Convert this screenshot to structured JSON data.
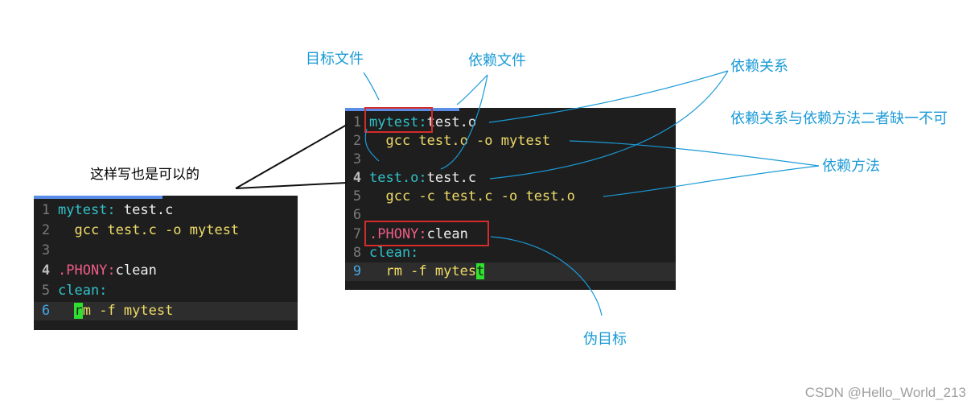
{
  "annotations": {
    "target_file": "目标文件",
    "dependency_file": "依赖文件",
    "dependency_relation": "依赖关系",
    "rule_note": "依赖关系与依赖方法二者缺一不可",
    "dependency_method": "依赖方法",
    "pseudo_target": "伪目标",
    "alt_note": "这样写也是可以的"
  },
  "watermark": "CSDN @Hello_World_213",
  "colors": {
    "annotation": "#1a9ad6",
    "highlight_box": "#d42b2b",
    "editor_bg": "#1e1e1e",
    "cursor": "#2ee12e"
  },
  "right_editor": {
    "lines": [
      {
        "n": "1",
        "parts": [
          "mytest:",
          "test.o"
        ]
      },
      {
        "n": "2",
        "parts": [
          "  gcc test.o -o mytest"
        ]
      },
      {
        "n": "3",
        "parts": [
          ""
        ]
      },
      {
        "n": "4",
        "parts": [
          "test.o:",
          "test.c"
        ]
      },
      {
        "n": "5",
        "parts": [
          "  gcc -c test.c -o test.o"
        ]
      },
      {
        "n": "6",
        "parts": [
          ""
        ]
      },
      {
        "n": "7",
        "parts": [
          ".PHONY:",
          "clean"
        ]
      },
      {
        "n": "8",
        "parts": [
          "clean:"
        ]
      },
      {
        "n": "9",
        "parts": [
          "  rm -f myte",
          "s",
          "t"
        ]
      }
    ]
  },
  "left_editor": {
    "lines": [
      {
        "n": "1",
        "parts": [
          "mytest:",
          " test.c"
        ]
      },
      {
        "n": "2",
        "parts": [
          "  gcc test.c -o mytest"
        ]
      },
      {
        "n": "3",
        "parts": [
          ""
        ]
      },
      {
        "n": "4",
        "parts": [
          ".PHONY:",
          "clean"
        ]
      },
      {
        "n": "5",
        "parts": [
          "clean:"
        ]
      },
      {
        "n": "6",
        "parts": [
          "  ",
          "r",
          "m -f mytest"
        ]
      }
    ]
  }
}
